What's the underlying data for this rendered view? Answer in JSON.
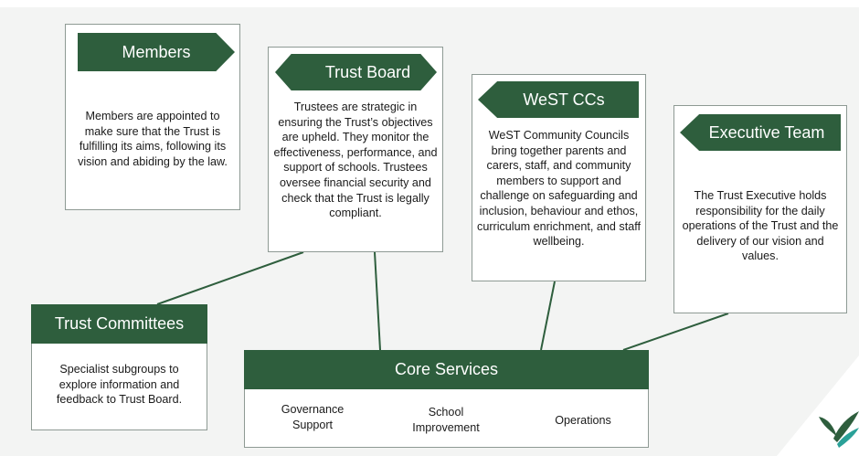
{
  "members": {
    "title": "Members",
    "body": "Members are appointed to make sure that the Trust is fulfilling its aims, following its vision and abiding by the law."
  },
  "trust_board": {
    "title": "Trust Board",
    "body": "Trustees are strategic in ensuring the Trust’s objectives are upheld. They monitor the effectiveness, performance, and support of schools. Trustees oversee financial security and check that the Trust is legally compliant."
  },
  "west_ccs": {
    "title": "WeST CCs",
    "body": "WeST Community Councils bring together parents and carers, staff, and community members to support and challenge on safeguarding and inclusion, behaviour and ethos, curriculum enrichment, and staff wellbeing."
  },
  "executive_team": {
    "title": "Executive Team",
    "body": "The Trust Executive holds responsibility for the daily operations of the Trust and the delivery of our vision and values."
  },
  "trust_committees": {
    "title": "Trust Committees",
    "body": "Specialist subgroups to explore information and feedback to Trust Board."
  },
  "core_services": {
    "title": "Core Services",
    "items": [
      "Governance Support",
      "School Improvement",
      "Operations"
    ]
  },
  "colors": {
    "accent": "#2e5e3d",
    "logo_teal": "#2aa198",
    "logo_green": "#2e5e3d"
  }
}
